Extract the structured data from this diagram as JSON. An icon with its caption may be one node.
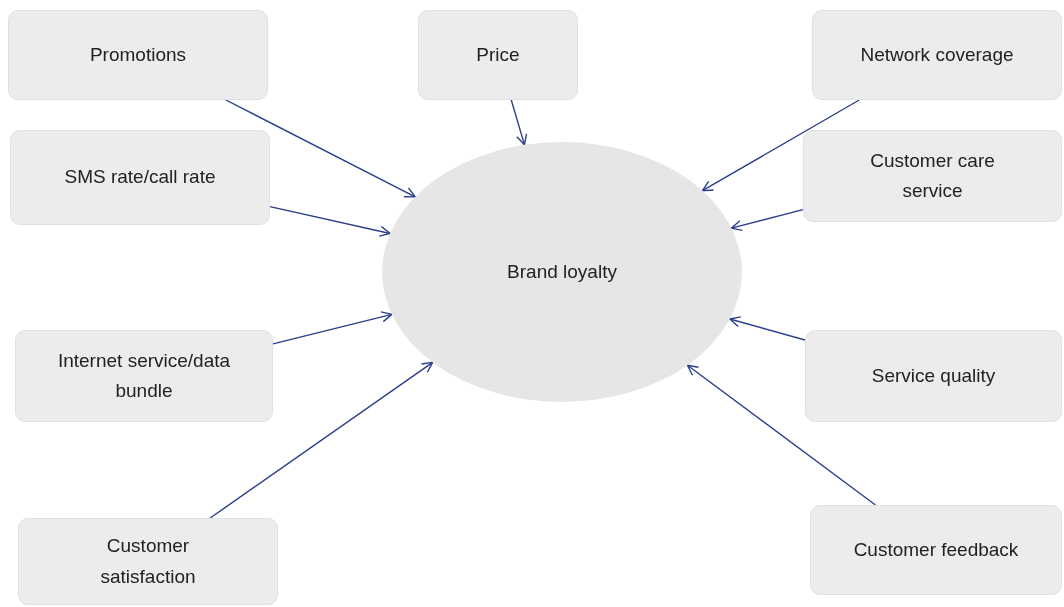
{
  "diagram": {
    "nodes": [
      {
        "text": [
          "Promotions"
        ]
      },
      {
        "text": [
          "Price"
        ]
      },
      {
        "text": [
          "Network coverage"
        ]
      },
      {
        "text": [
          "SMS rate/call rate"
        ]
      },
      {
        "text": [
          "Customer care service"
        ]
      },
      {
        "text": [
          "Brand loyalty"
        ]
      },
      {
        "text": [
          "Internet service/data bundle"
        ]
      },
      {
        "text": [
          "Service quality"
        ]
      },
      {
        "text": [
          "Customer satisfaction"
        ]
      },
      {
        "text": [
          "Customer feedback"
        ]
      }
    ],
    "edges": [
      {
        "from": 0,
        "to": 5,
        "arrow": "to"
      },
      {
        "from": 1,
        "to": 5,
        "arrow": "to"
      },
      {
        "from": 2,
        "to": 5,
        "arrow": "to"
      },
      {
        "from": 3,
        "to": 5,
        "arrow": "to"
      },
      {
        "from": 4,
        "to": 5,
        "arrow": "to"
      },
      {
        "from": 6,
        "to": 5,
        "arrow": "to"
      },
      {
        "from": 7,
        "to": 5,
        "arrow": "to"
      },
      {
        "from": 8,
        "to": 5,
        "arrow": "to"
      },
      {
        "from": 9,
        "to": 5,
        "arrow": "to"
      }
    ]
  }
}
